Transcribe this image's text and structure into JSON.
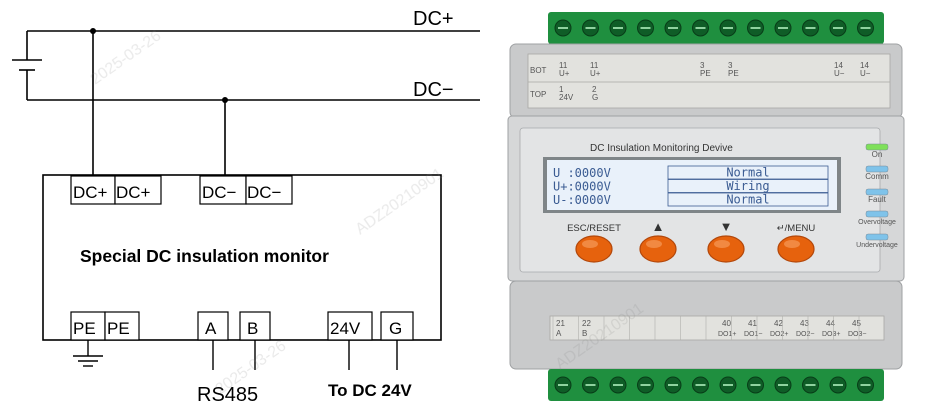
{
  "wiring": {
    "supply_plus": "DC+",
    "supply_minus": "DC−",
    "monitor_title": "Special DC insulation monitor",
    "top_terminals": [
      "DC+",
      "DC+",
      "DC−",
      "DC−"
    ],
    "bottom_terminals": [
      "PE",
      "PE",
      "A",
      "B",
      "24V",
      "G"
    ],
    "rs485_label": "RS485",
    "power_label": "To DC 24V"
  },
  "device": {
    "bot_row_label": "BOT",
    "top_row_label": "TOP",
    "bot_pairs": [
      [
        "11",
        "U+"
      ],
      [
        "11",
        "U+"
      ],
      [
        "3",
        "PE"
      ],
      [
        "3",
        "PE"
      ],
      [
        "14",
        "U−"
      ],
      [
        "14",
        "U−"
      ]
    ],
    "top_pairs": [
      [
        "1",
        "24V"
      ],
      [
        "2",
        "G"
      ]
    ],
    "title": "DC Insulation Monitoring Devive",
    "screen_rows": [
      {
        "left": "U :0000V",
        "right": "Normal"
      },
      {
        "left": "U+:0000V",
        "right": "Wiring"
      },
      {
        "left": "U-:0000V",
        "right": "Normal"
      }
    ],
    "buttons": [
      "ESC/RESET",
      "▲",
      "▼",
      "↵/MENU"
    ],
    "leds": [
      "On",
      "Comm",
      "Fault",
      "Overvoltage",
      "Undervoltage"
    ],
    "led_colors": [
      "#7fe05a",
      "#7fc3ea",
      "#7fc3ea",
      "#7fc3ea",
      "#7fc3ea"
    ],
    "bottom_pairs_left": [
      [
        "21",
        "A"
      ],
      [
        "22",
        "B"
      ]
    ],
    "bottom_pairs_right": [
      [
        "40",
        "DO1+"
      ],
      [
        "41",
        "DO1−"
      ],
      [
        "42",
        "DO2+"
      ],
      [
        "43",
        "DO2−"
      ],
      [
        "44",
        "DO3+"
      ],
      [
        "45",
        "DO3−"
      ]
    ]
  },
  "watermarks": [
    "2025-03-26",
    "ADZ20210901",
    "2025-03-26",
    "ADZ20210901"
  ]
}
